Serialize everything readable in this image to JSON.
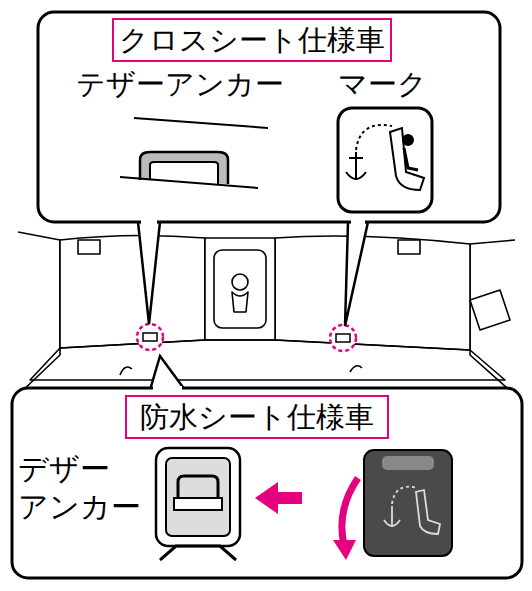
{
  "diagram": {
    "nodes": [
      {
        "text": [
          "テザーアンカー",
          "マーク"
        ]
      },
      {
        "text": [
          "クロスシート仕様車"
        ],
        "in": 0
      },
      {
        "text": [
          "デザー アンカー"
        ]
      },
      {
        "text": [
          "防水シート仕様車"
        ],
        "in": 2
      }
    ]
  }
}
